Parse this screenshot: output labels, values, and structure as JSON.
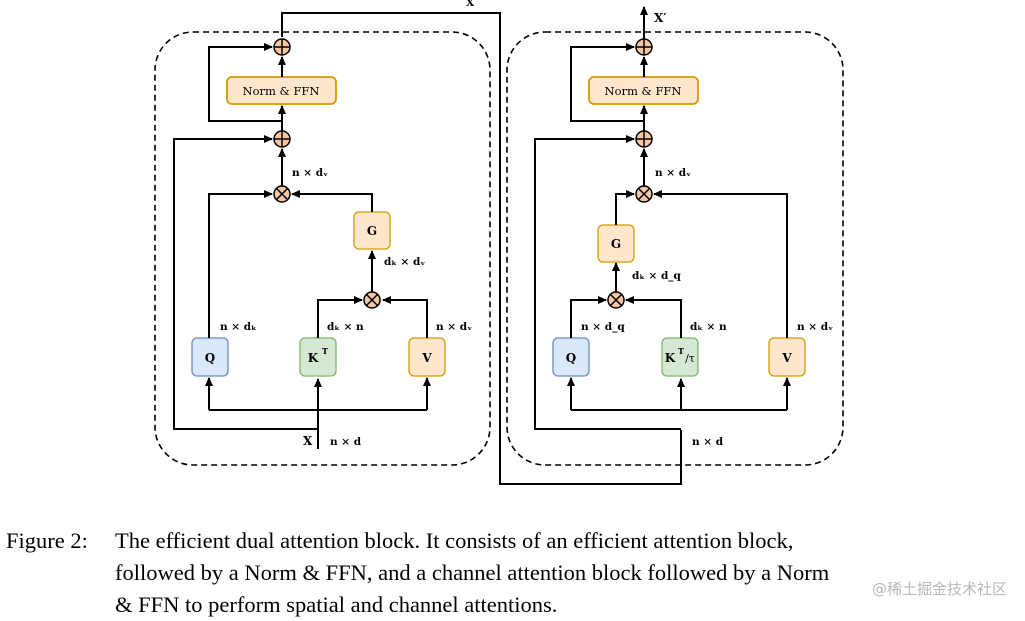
{
  "diagram": {
    "input_label": "X",
    "output_label": "X′",
    "spatial_block": {
      "norm_ffn": "Norm & FFN",
      "q": "Q",
      "k": "K",
      "k_sup": "T",
      "v": "V",
      "g": "G",
      "label_n_dv": "n × dᵥ",
      "label_dk_dv": "dₖ × dᵥ",
      "label_n_dk": "n × dₖ",
      "label_dk_n": "dₖ × n",
      "label_n_dv_v": "n × dᵥ",
      "label_x": "X",
      "label_n_d": "n × d"
    },
    "channel_block": {
      "norm_ffn": "Norm & FFN",
      "q": "Q",
      "k": "K",
      "k_sup": "T",
      "k_suffix": "/τ",
      "v": "V",
      "g": "G",
      "label_n_dv": "n × dᵥ",
      "label_dk_dq": "dₖ × d_q",
      "label_n_dq": "n × d_q",
      "label_dk_n": "dₖ × n",
      "label_n_dv_v": "n × dᵥ",
      "label_n_d": "n × d"
    },
    "colors": {
      "blue_fill": "#dae8fc",
      "blue_stroke": "#6c8ebf",
      "green_fill": "#d5e8d4",
      "green_stroke": "#82b366",
      "orange_fill": "#ffe6cc",
      "orange_stroke": "#d79b00",
      "op_fill": "#f5c7a4"
    }
  },
  "caption": {
    "prefix": "Figure 2:",
    "line1": "The efficient dual attention block.  It consists of an efficient attention block,",
    "line2": "followed by a Norm & FFN, and a channel attention block followed by a Norm",
    "line3": "& FFN to perform spatial and channel attentions."
  },
  "watermark": "@稀土掘金技术社区"
}
